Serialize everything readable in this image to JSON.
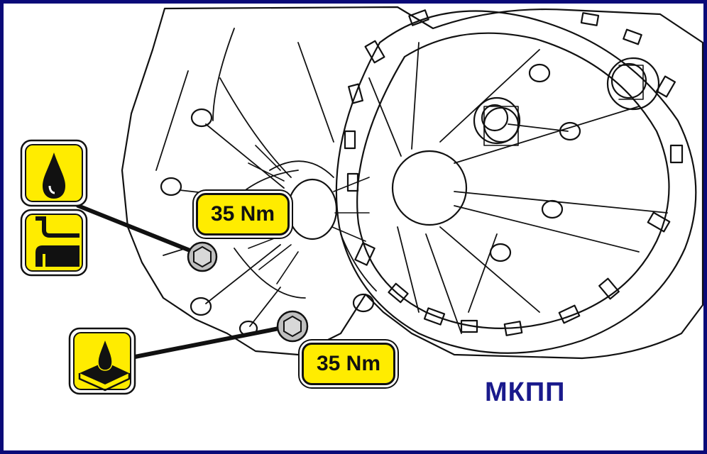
{
  "diagram": {
    "caption": "МКПП",
    "torque_labels": [
      "35 Nm",
      "35 Nm"
    ],
    "icons": [
      "oil-drop-icon",
      "sealant-flange-icon",
      "oil-on-surface-icon"
    ],
    "colors": {
      "border": "#0a0a78",
      "badge_fill": "#ffec00",
      "caption": "#1a1a8c",
      "line_art": "#111111"
    }
  }
}
